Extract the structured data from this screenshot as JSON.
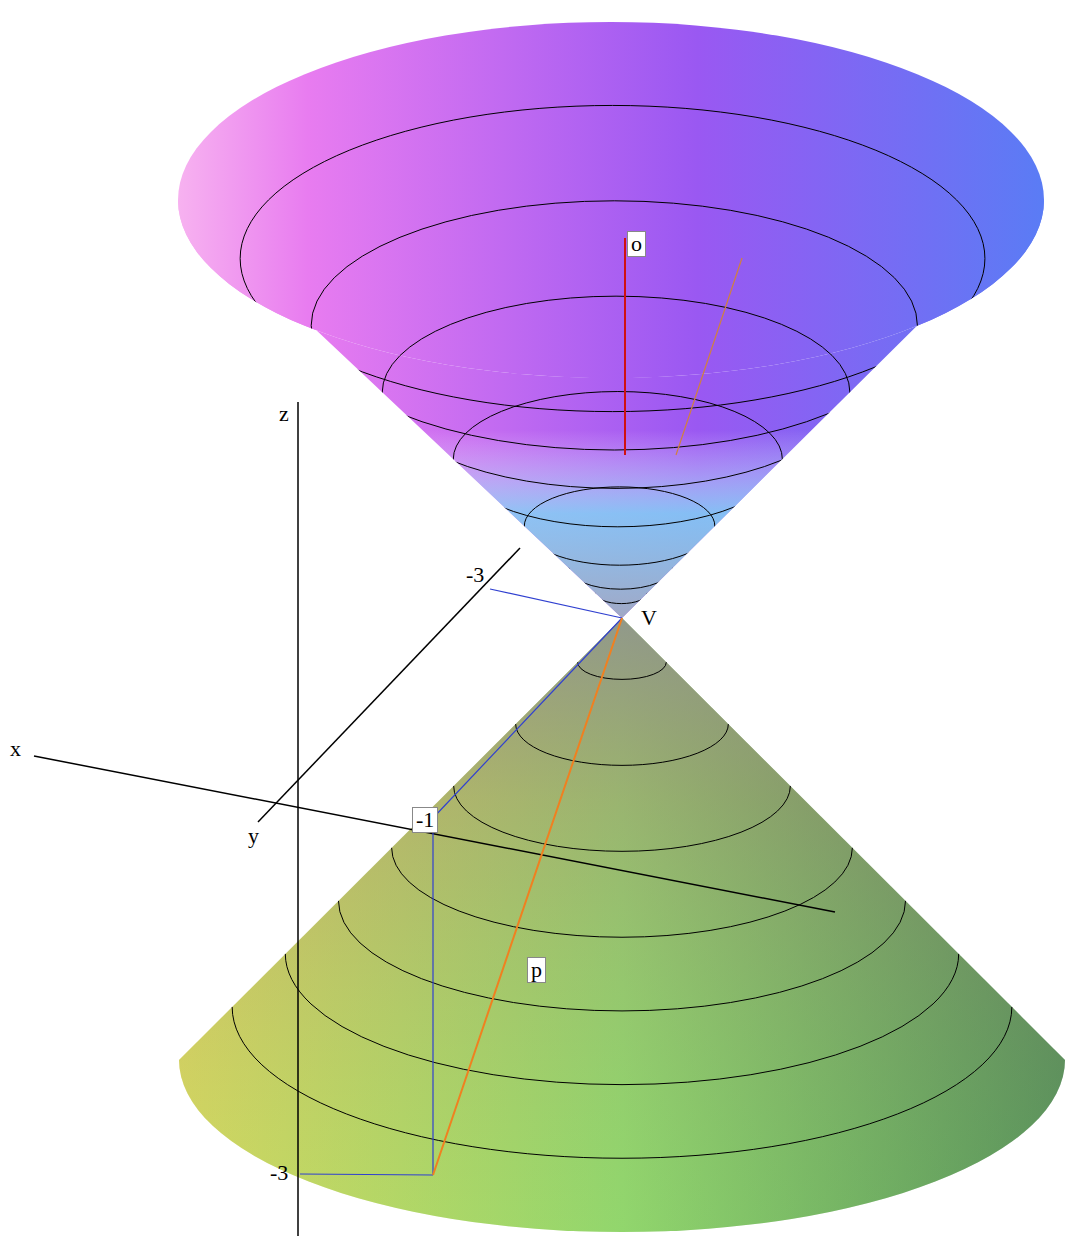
{
  "diagram": {
    "labels": [
      "o",
      "z",
      "-3",
      "V",
      "x",
      "-1",
      "y",
      "p",
      "-3"
    ]
  }
}
